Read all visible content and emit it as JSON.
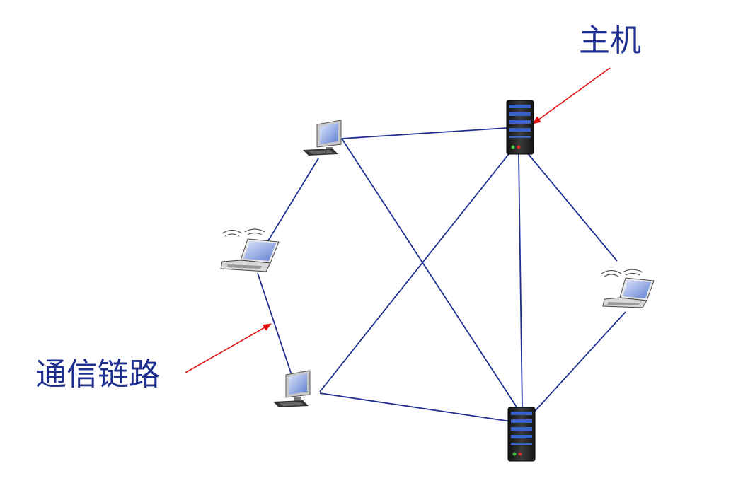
{
  "labels": {
    "host": "主机",
    "link": "通信链路"
  },
  "colors": {
    "link_line": "#1f2f8f",
    "label_text": "#1f2f8f",
    "arrow": "#e01010",
    "server_body": "#2a2a2a",
    "server_stripe": "#3a63c9",
    "screen": "#6f8fd8"
  },
  "nodes": [
    {
      "id": "desktop-top",
      "kind": "desktop-icon"
    },
    {
      "id": "laptop-left",
      "kind": "laptop-icon"
    },
    {
      "id": "desktop-bottom",
      "kind": "desktop-icon"
    },
    {
      "id": "server-top",
      "kind": "server-icon"
    },
    {
      "id": "laptop-right",
      "kind": "laptop-icon"
    },
    {
      "id": "server-bottom",
      "kind": "server-icon"
    }
  ],
  "links": [
    [
      "desktop-top",
      "server-top"
    ],
    [
      "desktop-top",
      "server-bottom"
    ],
    [
      "desktop-top",
      "laptop-left"
    ],
    [
      "laptop-left",
      "desktop-bottom"
    ],
    [
      "desktop-bottom",
      "server-top"
    ],
    [
      "desktop-bottom",
      "server-bottom"
    ],
    [
      "server-top",
      "server-bottom"
    ],
    [
      "server-top",
      "laptop-right"
    ],
    [
      "laptop-right",
      "server-bottom"
    ]
  ]
}
